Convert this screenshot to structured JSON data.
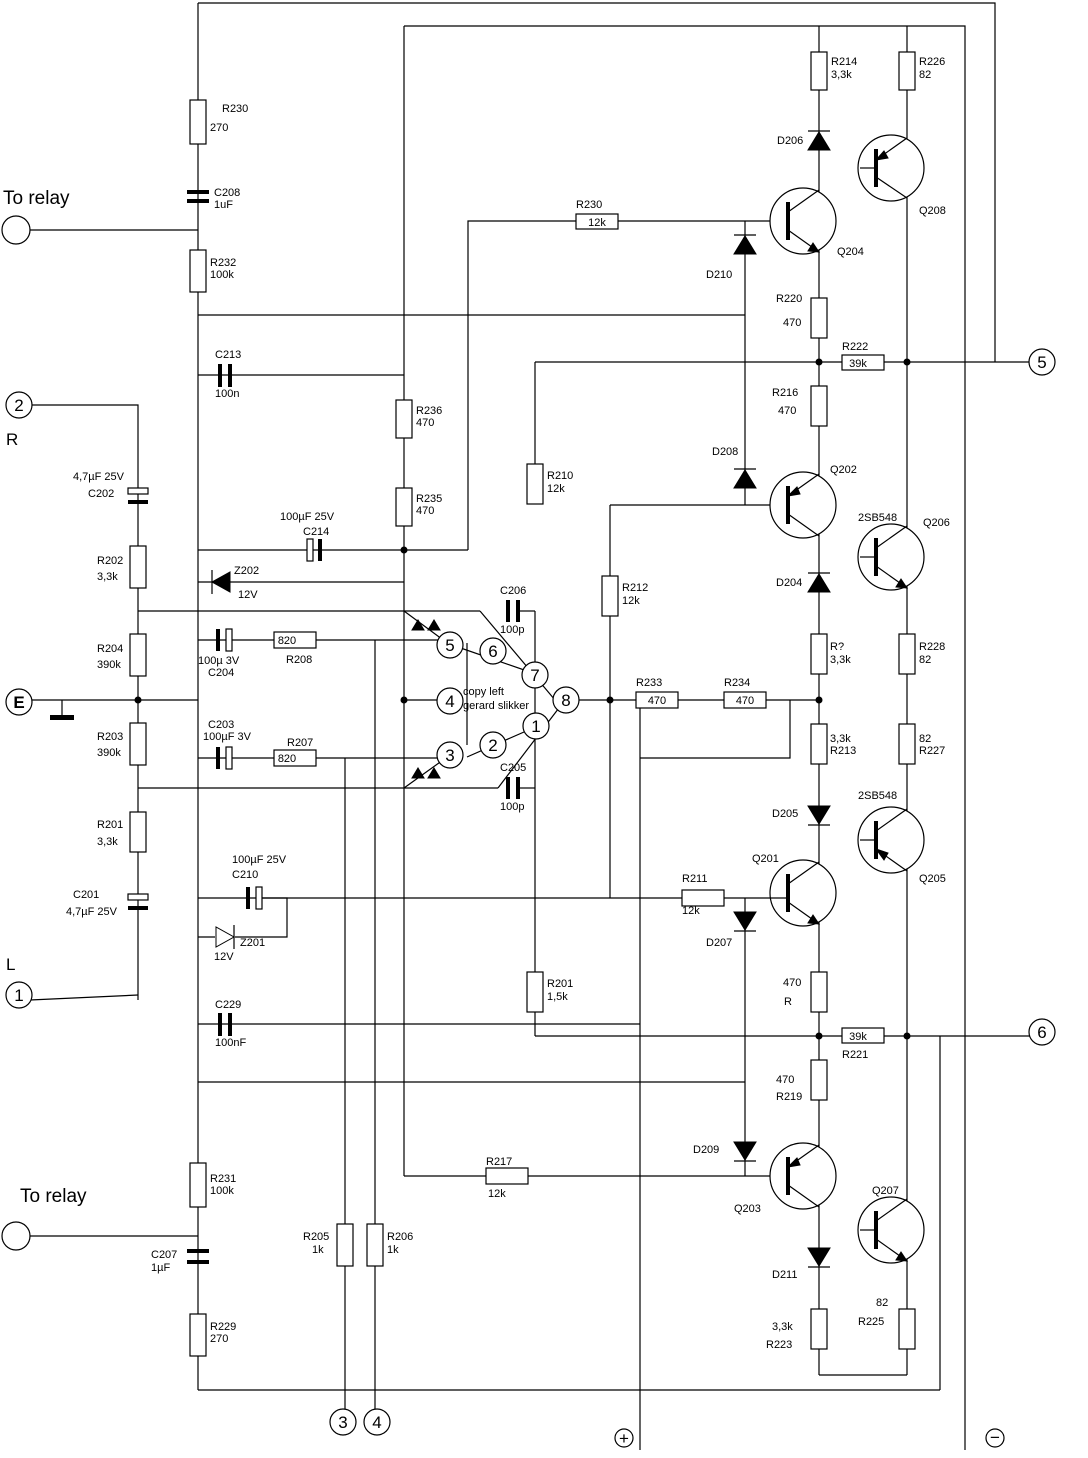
{
  "labels": {
    "to_relay_top": "To relay",
    "to_relay_bottom": "To relay",
    "r_channel": "R",
    "l_channel": "L",
    "earth": "E",
    "plus": "+",
    "minus": "−",
    "copy_left": "copy left",
    "author": "gerard slikker"
  },
  "connectors": {
    "c1": "1",
    "c2": "2",
    "c3": "3",
    "c4": "4",
    "c5": "5",
    "c6": "6"
  },
  "nodes": {
    "n1": "1",
    "n2": "2",
    "n3": "3",
    "n4": "4",
    "n5": "5",
    "n6": "6",
    "n7": "7",
    "n8": "8"
  },
  "parts": {
    "r230a_ref": "R230",
    "r230a_val": "270",
    "c208_ref": "C208",
    "c208_val": "1uF",
    "r232_ref": "R232",
    "r232_val": "100k",
    "c213_ref": "C213",
    "c213_val": "100n",
    "r236_ref": "R236",
    "r236_val": "470",
    "r235_ref": "R235",
    "r235_val": "470",
    "c214_ref": "C214",
    "c214_val": "100µF 25V",
    "c202_ref": "C202",
    "c202_val": "4,7µF 25V",
    "r202_ref": "R202",
    "r202_val": "3,3k",
    "z202_ref": "Z202",
    "z202_val": "12V",
    "r204_ref": "R204",
    "r204_val": "390k",
    "c204_ref": "C204",
    "c204_val": "100µ 3V",
    "r208_ref": "R208",
    "r208_val": "820",
    "r203_ref": "R203",
    "r203_val": "390k",
    "c203_ref": "C203",
    "c203_val": "100µF 3V",
    "r207_ref": "R207",
    "r207_val": "820",
    "r201a_ref": "R201",
    "r201a_val": "3,3k",
    "c201_ref": "C201",
    "c201_val": "4,7µF 25V",
    "c210_ref": "C210",
    "c210_val": "100µF 25V",
    "z201_ref": "Z201",
    "z201_val": "12V",
    "c229_ref": "C229",
    "c229_val": "100nF",
    "r231_ref": "R231",
    "r231_val": "100k",
    "c207_ref": "C207",
    "c207_val": "1µF",
    "r229_ref": "R229",
    "r229_val": "270",
    "r205_ref": "R205",
    "r205_val": "1k",
    "r206_ref": "R206",
    "r206_val": "1k",
    "c206_ref": "C206",
    "c206_val": "100p",
    "c205_ref": "C205",
    "c205_val": "100p",
    "r230b_ref": "R230",
    "r230b_val": "12k",
    "r210_ref": "R210",
    "r210_val": "12k",
    "r212_ref": "R212",
    "r212_val": "12k",
    "r233_ref": "R233",
    "r233_val": "470",
    "r234_ref": "R234",
    "r234_val": "470",
    "r211_ref": "R211",
    "r211_val": "12k",
    "r201b_ref": "R201",
    "r201b_val": "1,5k",
    "r217_ref": "R217",
    "r217_val": "12k",
    "r214_ref": "R214",
    "r214_val": "3,3k",
    "r226_ref": "R226",
    "r226_val": "82",
    "d206_ref": "D206",
    "q208_ref": "Q208",
    "q204_ref": "Q204",
    "d210_ref": "D210",
    "r220_ref": "R220",
    "r220_val": "470",
    "r222_ref": "R222",
    "r222_val": "39k",
    "r216_ref": "R216",
    "r216_val": "470",
    "d208_ref": "D208",
    "q202_ref": "Q202",
    "q206_type": "2SB548",
    "q206_ref": "Q206",
    "d204_ref": "D204",
    "rq_ref": "R?",
    "rq_val": "3,3k",
    "r228_ref": "R228",
    "r228_val": "82",
    "r213_val": "3,3k",
    "r213_ref": "R213",
    "r227_val": "82",
    "r227_ref": "R227",
    "d205_ref": "D205",
    "q205_type": "2SB548",
    "q205_ref": "Q205",
    "q201_ref": "Q201",
    "d207_ref": "D207",
    "r_470_val": "470",
    "r_470_ref": "R",
    "r221_val": "39k",
    "r221_ref": "R221",
    "r219_val": "470",
    "r219_ref": "R219",
    "d209_ref": "D209",
    "q203_ref": "Q203",
    "q207_ref": "Q207",
    "d211_ref": "D211",
    "r223_val": "3,3k",
    "r223_ref": "R223",
    "r225_val": "82",
    "r225_ref": "R225"
  }
}
